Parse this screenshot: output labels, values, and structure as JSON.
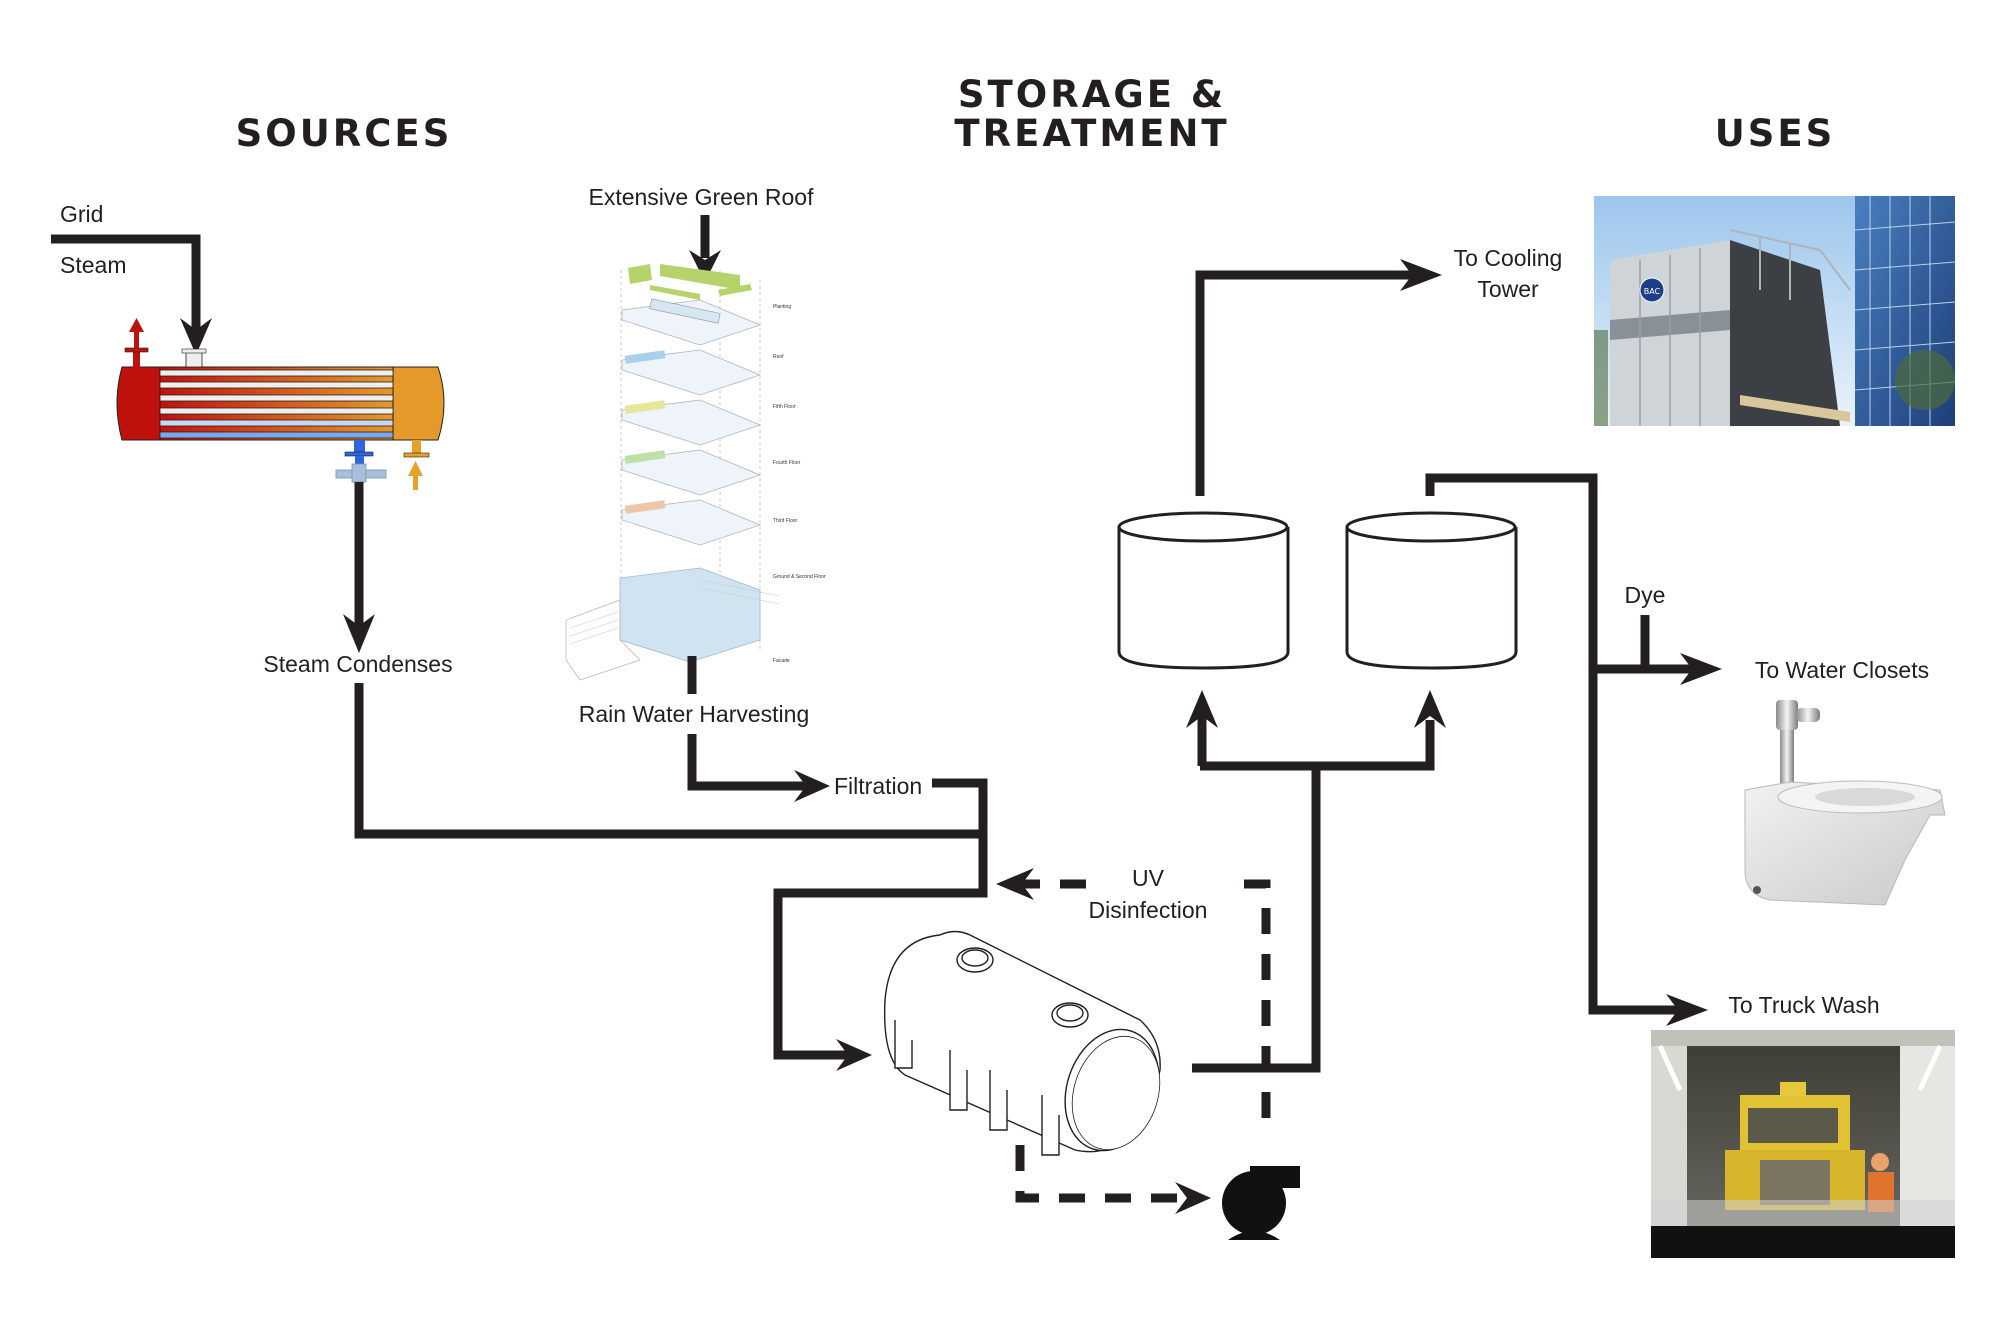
{
  "headers": {
    "sources": "SOURCES",
    "storage_line1": "STORAGE &",
    "storage_line2": "TREATMENT",
    "uses": "USES"
  },
  "sources": {
    "grid_label": "Grid",
    "steam_label": "Steam",
    "steam_condenses_label": "Steam Condenses",
    "green_roof_label": "Extensive Green Roof",
    "rain_water_label": "Rain Water Harvesting",
    "building_floor_labels": [
      "Planting",
      "Roof",
      "Fifth Floor",
      "Fourth Floor",
      "Third Floor",
      "Ground & Second Floor",
      "Facade"
    ],
    "heat_exchanger_colors": {
      "hot": "#c0120c",
      "warm": "#e39a2a",
      "cool": "#7fa6e8",
      "outlet_blue": "#2e66e0",
      "inlet_orange": "#e6a12a"
    }
  },
  "treatment": {
    "filtration_label": "Filtration",
    "uv_line1": "UV",
    "uv_line2": "Disinfection"
  },
  "uses": {
    "cooling_tower_line1": "To Cooling",
    "cooling_tower_line2": "Tower",
    "dye_label": "Dye",
    "water_closets_label": "To Water Closets",
    "truck_wash_label": "To Truck Wash",
    "cooling_tower_logo": "BAC"
  }
}
